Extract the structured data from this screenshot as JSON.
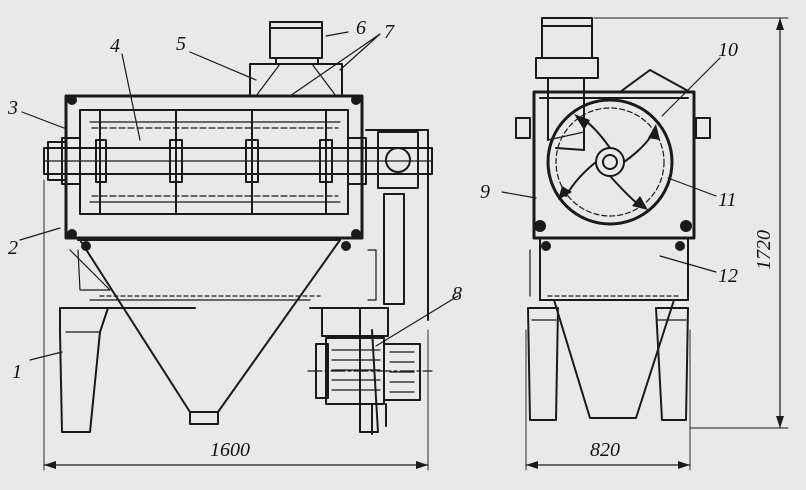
{
  "labels": {
    "l1": "1",
    "l2": "2",
    "l3": "3",
    "l4": "4",
    "l5": "5",
    "l6": "6",
    "l7": "7",
    "l8": "8",
    "l9": "9",
    "l10": "10",
    "l11": "11",
    "l12": "12"
  },
  "dimensions": {
    "width_front": "1600",
    "width_side": "820",
    "height": "1720"
  }
}
